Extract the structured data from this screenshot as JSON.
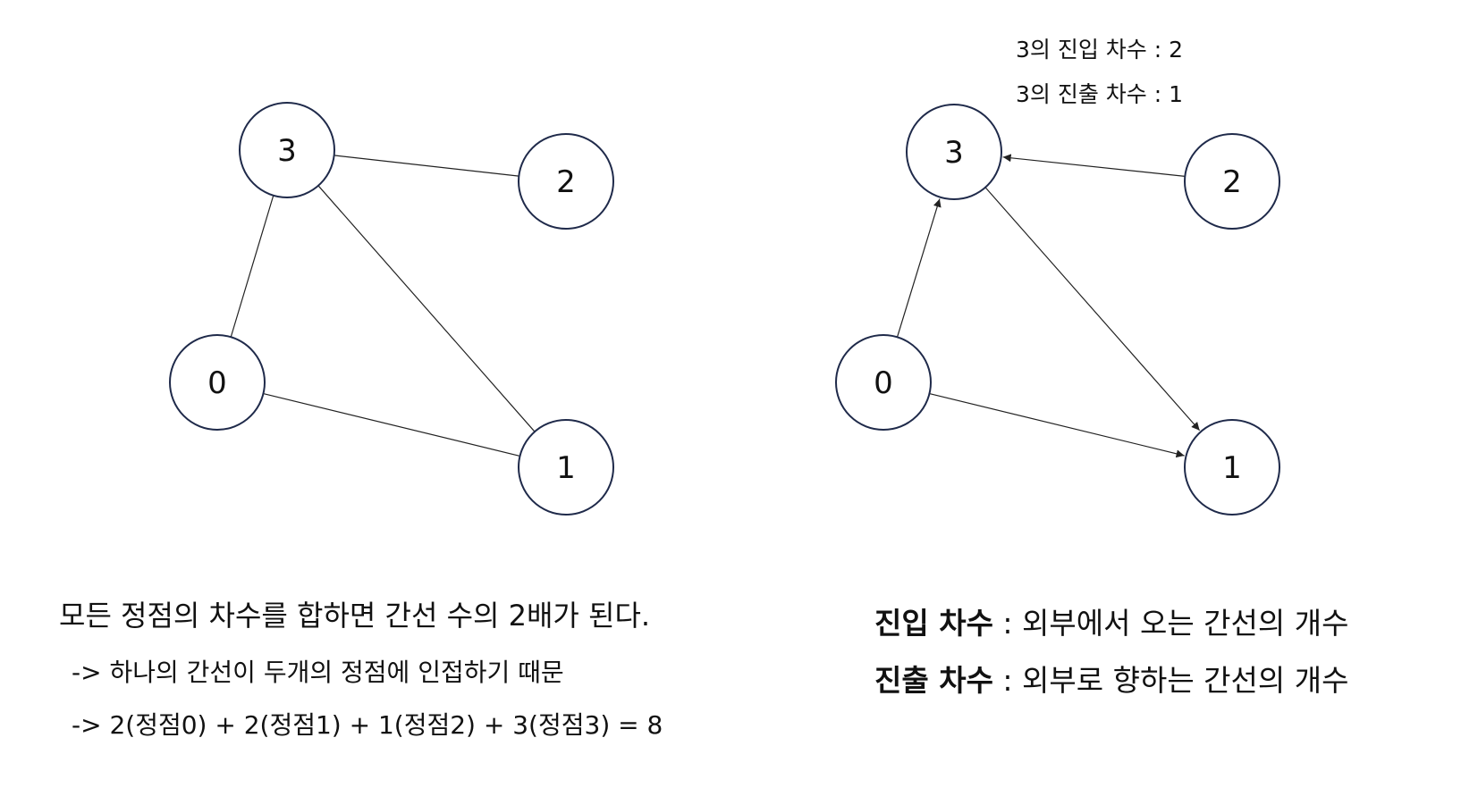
{
  "undirected_graph": {
    "nodes": [
      {
        "id": "0",
        "label": "0"
      },
      {
        "id": "1",
        "label": "1"
      },
      {
        "id": "2",
        "label": "2"
      },
      {
        "id": "3",
        "label": "3"
      }
    ],
    "edges": [
      {
        "from": "3",
        "to": "2"
      },
      {
        "from": "3",
        "to": "0"
      },
      {
        "from": "3",
        "to": "1"
      },
      {
        "from": "0",
        "to": "1"
      }
    ]
  },
  "directed_graph": {
    "nodes": [
      {
        "id": "0",
        "label": "0"
      },
      {
        "id": "1",
        "label": "1"
      },
      {
        "id": "2",
        "label": "2"
      },
      {
        "id": "3",
        "label": "3"
      }
    ],
    "edges": [
      {
        "from": "0",
        "to": "3"
      },
      {
        "from": "2",
        "to": "3"
      },
      {
        "from": "3",
        "to": "1"
      },
      {
        "from": "0",
        "to": "1"
      }
    ],
    "annotations": {
      "in_degree_note": "3의 진입 차수 : 2",
      "out_degree_note": "3의 진출 차수 : 1"
    }
  },
  "summary": {
    "main": "모든 정점의 차수를 합하면 간선 수의 2배가 된다.",
    "reason": "-> 하나의 간선이 두개의 정점에 인접하기 때문",
    "example": "-> 2(정점0) + 2(정점1) + 1(정점2) + 3(정점3) = 8"
  },
  "definitions": {
    "in_degree_term": "진입 차수",
    "in_degree_desc": " : 외부에서 오는 간선의 개수",
    "out_degree_term": "진출 차수",
    "out_degree_desc": " : 외부로 향하는 간선의 개수"
  },
  "colors": {
    "node_stroke": "#1f2a4a",
    "edge": "#222222",
    "text": "#111111"
  }
}
